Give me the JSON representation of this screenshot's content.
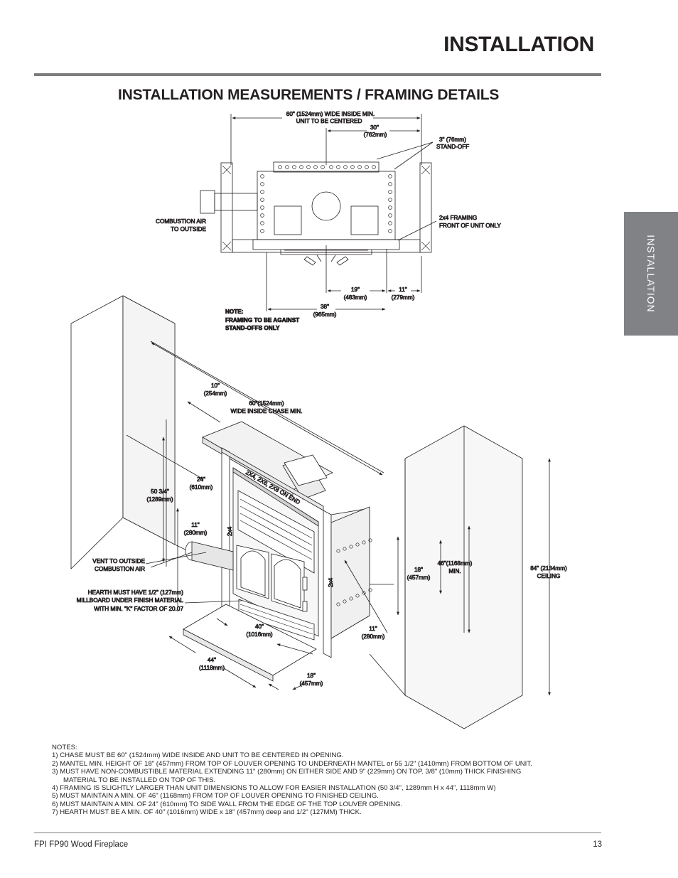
{
  "page": {
    "title": "INSTALLATION",
    "section_heading": "INSTALLATION MEASUREMENTS / FRAMING DETAILS",
    "side_tab": "INSTALLATION"
  },
  "top_view": {
    "width_label": "60\" (1524mm) WIDE INSIDE MIN.",
    "centered_label": "UNIT TO BE CENTERED",
    "dim_30": "30\"",
    "dim_30_mm": "(762mm)",
    "standoff": "3\" (76mm)",
    "standoff_2": "STAND-OFF",
    "combustion_air": "COMBUSTION AIR",
    "combustion_air_2": "TO OUTSIDE",
    "framing": "2x4 FRAMING",
    "framing_2": "FRONT OF UNIT ONLY",
    "dim_19": "19\"",
    "dim_19_mm": "(483mm)",
    "dim_11": "11\"",
    "dim_11_mm": "(279mm)",
    "dim_38": "38\"",
    "dim_38_mm": "(965mm)",
    "note_1": "NOTE:",
    "note_2": "FRAMING TO BE AGAINST",
    "note_3": "STAND-OFFS ONLY"
  },
  "iso_view": {
    "dim_10": "10\"",
    "dim_10_mm": "(254mm)",
    "chase_1": "60\"(1524mm)",
    "chase_2": "WIDE INSIDE CHASE MIN.",
    "dim_24": "24\"",
    "dim_24_mm": "(610mm)",
    "dim_50": "50 3/4\"",
    "dim_50_mm": "(1289mm)",
    "dim_11": "11\"",
    "dim_11_mm": "(280mm)",
    "header": "2X4, 2X6, 2X8 ON END",
    "stud_left": "2x4",
    "stud_right": "2x4",
    "vent_1": "VENT TO OUTSIDE",
    "vent_2": "COMBUSTION AIR",
    "hearth_1": "HEARTH MUST HAVE  1/2\" (127mm)",
    "hearth_2": "MILLBOARD UNDER FINISH MATERIAL",
    "hearth_3": "WITH MIN. \"K\" FACTOR OF 20.07",
    "dim_40": "40\"",
    "dim_40_mm": "(1016mm)",
    "dim_44": "44\"",
    "dim_44_mm": "(1118mm)",
    "dim_18_depth": "18\"",
    "dim_18_depth_mm": "(457mm)",
    "dim_18": "18\"",
    "dim_18_mm": "(457mm)",
    "dim_46": "46\"(1168mm)",
    "dim_46_2": "MIN.",
    "dim_84": "84\" (2134mm)",
    "dim_84_2": "CEILING",
    "dim_11b": "11\"",
    "dim_11b_mm": "(280mm)"
  },
  "notes": {
    "heading": "NOTES:",
    "n1": "1)  CHASE MUST BE 60\" (1524mm) WIDE INSIDE AND UNIT TO BE CENTERED IN OPENING.",
    "n2": "2)  MANTEL MIN. HEIGHT OF 18\" (457mm) FROM TOP OF LOUVER OPENING TO UNDERNEATH MANTEL or 55 1/2\" (1410mm) FROM BOTTOM OF UNIT.",
    "n3": "3)  MUST HAVE NON-COMBUSTIBLE MATERIAL EXTENDING 11\" (280mm) ON EITHER SIDE AND 9\" (229mm) ON TOP.  3/8\" (10mm) THICK FINISHING",
    "n3b": "MATERIAL TO BE INSTALLED ON TOP OF THIS.",
    "n4": "4)  FRAMING IS SLIGHTLY LARGER THAN UNIT DIMENSIONS TO ALLOW FOR EASIER INSTALLATION (50 3/4\", 1289mm H x 44\", 1118mm W)",
    "n5": "5)  MUST MAINTAIN A MIN. OF 46\" (1168mm) FROM TOP OF LOUVER OPENING TO FINISHED CEILING.",
    "n6": "6)  MUST MAINTAIN A MIN. OF 24\" (610mm) TO SIDE WALL FROM THE EDGE OF THE TOP LOUVER OPENING.",
    "n7": "7)  HEARTH MUST BE A MIN. OF 40\" (1016mm) WIDE x 18\" (457mm) deep and 1/2\" (127MM) THICK."
  },
  "footer": {
    "product": "FPI FP90 Wood Fireplace",
    "page_number": "13"
  }
}
